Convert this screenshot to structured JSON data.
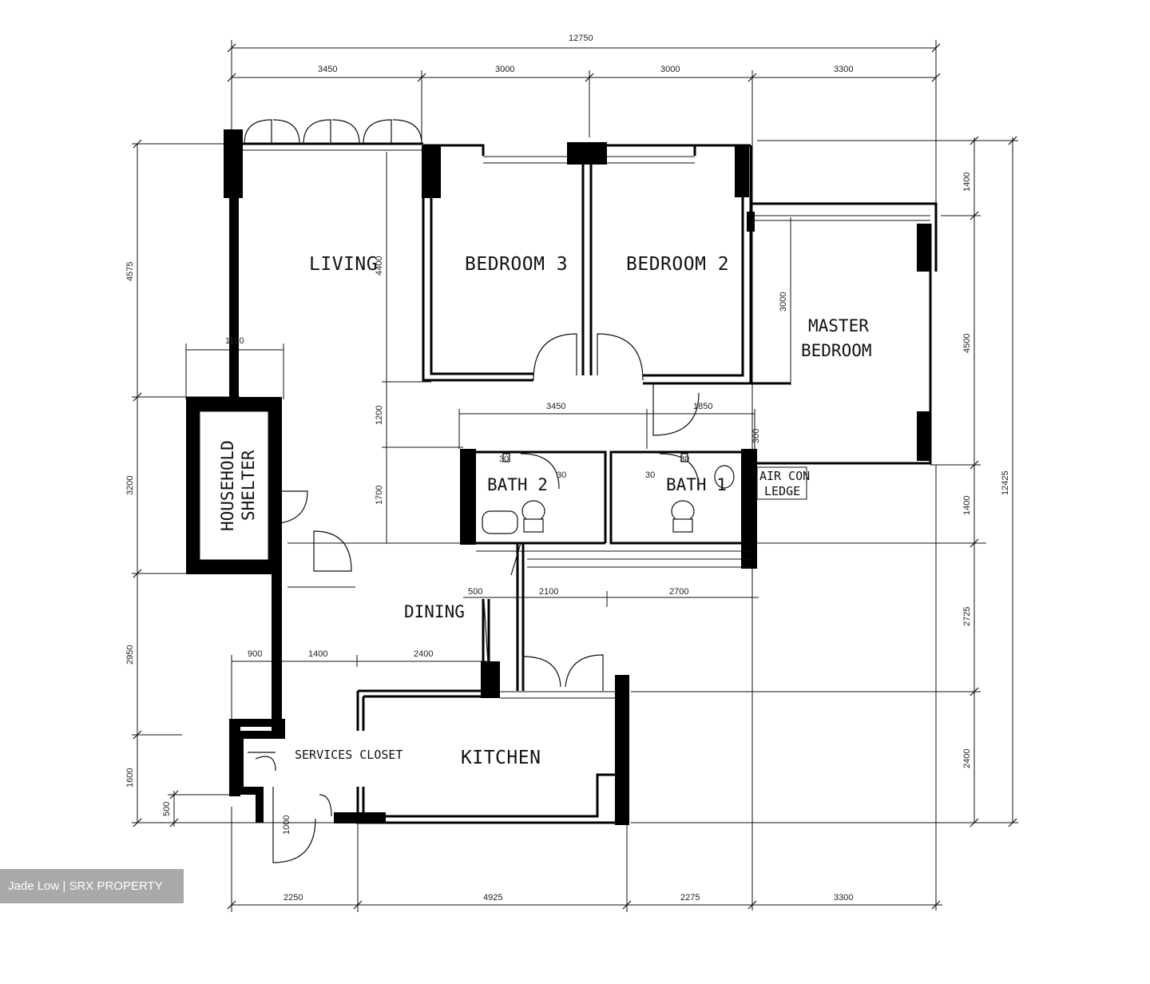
{
  "rooms": {
    "living": "LIVING",
    "bedroom3": "BEDROOM 3",
    "bedroom2": "BEDROOM 2",
    "master_line1": "MASTER",
    "master_line2": "BEDROOM",
    "shelter_line1": "HOUSEHOLD",
    "shelter_line2": "SHELTER",
    "bath2": "BATH 2",
    "bath1": "BATH 1",
    "aircon_line1": "AIR CON",
    "aircon_line2": "LEDGE",
    "dining": "DINING",
    "kitchen": "KITCHEN",
    "services_closet": "SERVICES CLOSET"
  },
  "dimensions": {
    "top_total": "12750",
    "top_1": "3450",
    "top_2": "3000",
    "top_3": "3000",
    "top_4": "3300",
    "left_1": "4575",
    "left_2": "3200",
    "left_3": "2950",
    "left_4": "1600",
    "left_5": "500",
    "right_1": "1400",
    "right_2": "4500",
    "right_3": "1400",
    "right_4": "2725",
    "right_5": "2400",
    "right_total": "12425",
    "bottom_1": "2250",
    "bottom_2": "4925",
    "bottom_3": "2275",
    "bottom_4": "3300",
    "living_4400": "4400",
    "living_1200": "1200",
    "living_1700": "1700",
    "master_3000": "3000",
    "mid_3450": "3450",
    "mid_1850": "1850",
    "mid_300": "300",
    "kitchen_900": "900",
    "kitchen_1400": "1400",
    "kitchen_2400": "2400",
    "bath_2100": "2100",
    "bath_2700": "2700",
    "bath_500": "500",
    "shelter_1100": "1100",
    "bath_30a": "30",
    "bath_30b": "30",
    "bath_30c": "30",
    "bath_30d": "30",
    "entry_1000": "1000"
  },
  "watermark": "Jade Low | SRX PROPERTY"
}
